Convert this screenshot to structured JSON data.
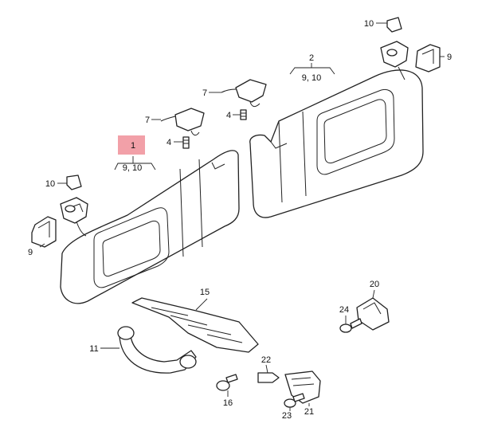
{
  "colors": {
    "highlight": "#f2a0a8",
    "line": "#222222",
    "background": "#ffffff"
  },
  "callouts": {
    "p1": "1",
    "p1_sub": "9, 10",
    "p2": "2",
    "p2_sub": "9, 10",
    "p4a": "4",
    "p4b": "4",
    "p7a": "7",
    "p7b": "7",
    "p9a": "9",
    "p9b": "9",
    "p10a": "10",
    "p10b": "10",
    "p11": "11",
    "p15": "15",
    "p16": "16",
    "p20": "20",
    "p21": "21",
    "p22": "22",
    "p23": "23",
    "p24": "24"
  }
}
